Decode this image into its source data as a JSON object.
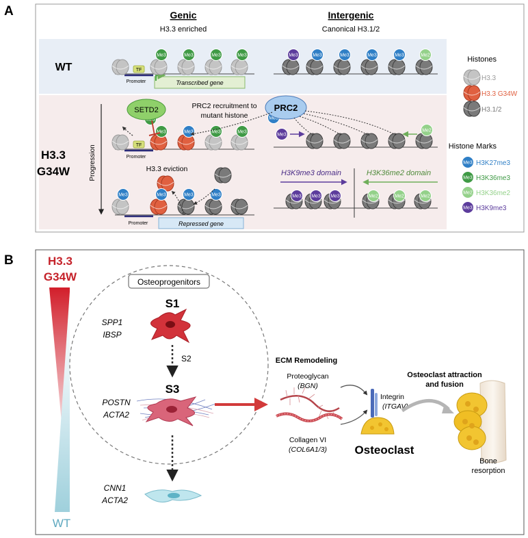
{
  "panelA": {
    "letter": "A",
    "genic": {
      "title": "Genic",
      "subtitle": "H3.3 enriched"
    },
    "intergenic": {
      "title": "Intergenic",
      "subtitle": "Canonical H3.1/2"
    },
    "wt_label": "WT",
    "mut_label_1": "H3.3",
    "mut_label_2": "G34W",
    "progression": "Progression",
    "tf": "TF",
    "promoter": "Promoter",
    "transcribed_gene": "Transcribed gene",
    "repressed_gene": "Repressed gene",
    "setd2": "SETD2",
    "prc2": "PRC2",
    "prc2_text_1": "PRC2 recruitment to",
    "prc2_text_2": "mutant histone",
    "h33_eviction": "H3.3 eviction",
    "h3k9_domain": "H3K9me3 domain",
    "h3k36_domain": "H3K36me2 domain",
    "me3": "Me3",
    "me2": "Me2",
    "legend": {
      "histones_title": "Histones",
      "histones": [
        {
          "label": "H3.3",
          "color": "#c4c4c4"
        },
        {
          "label": "H3.3 G34W",
          "color": "#e06040"
        },
        {
          "label": "H3.1/2",
          "color": "#7a7a7a"
        }
      ],
      "marks_title": "Histone Marks",
      "marks": [
        {
          "label": "H3K27me3",
          "color": "#2f7fc6"
        },
        {
          "label": "H3K36me3",
          "color": "#3f9a45"
        },
        {
          "label": "H3K36me2",
          "color": "#94d18a"
        },
        {
          "label": "H3K9me3",
          "color": "#5c3c9c"
        }
      ]
    }
  },
  "panelB": {
    "letter": "B",
    "gradient_top_1": "H3.3",
    "gradient_top_2": "G34W",
    "gradient_bottom": "WT",
    "osteoprogenitors": "Osteoprogenitors",
    "s1": "S1",
    "s1_genes": [
      "SPP1",
      "IBSP"
    ],
    "s2": "S2",
    "s3": "S3",
    "s3_genes": [
      "POSTN",
      "ACTA2"
    ],
    "bottom_genes": [
      "CNN1",
      "ACTA2"
    ],
    "ecm_remodeling": "ECM Remodeling",
    "proteoglycan": "Proteoglycan",
    "bgn": "(BGN)",
    "collagen": "Collagen VI",
    "col6a": "(COL6A1/3)",
    "integrin": "Integrin",
    "itgav": "(ITGAV)",
    "osteoclast": "Osteoclast",
    "attraction_1": "Osteoclast attraction",
    "attraction_2": "and fusion",
    "bone_1": "Bone",
    "bone_2": "resorption"
  }
}
